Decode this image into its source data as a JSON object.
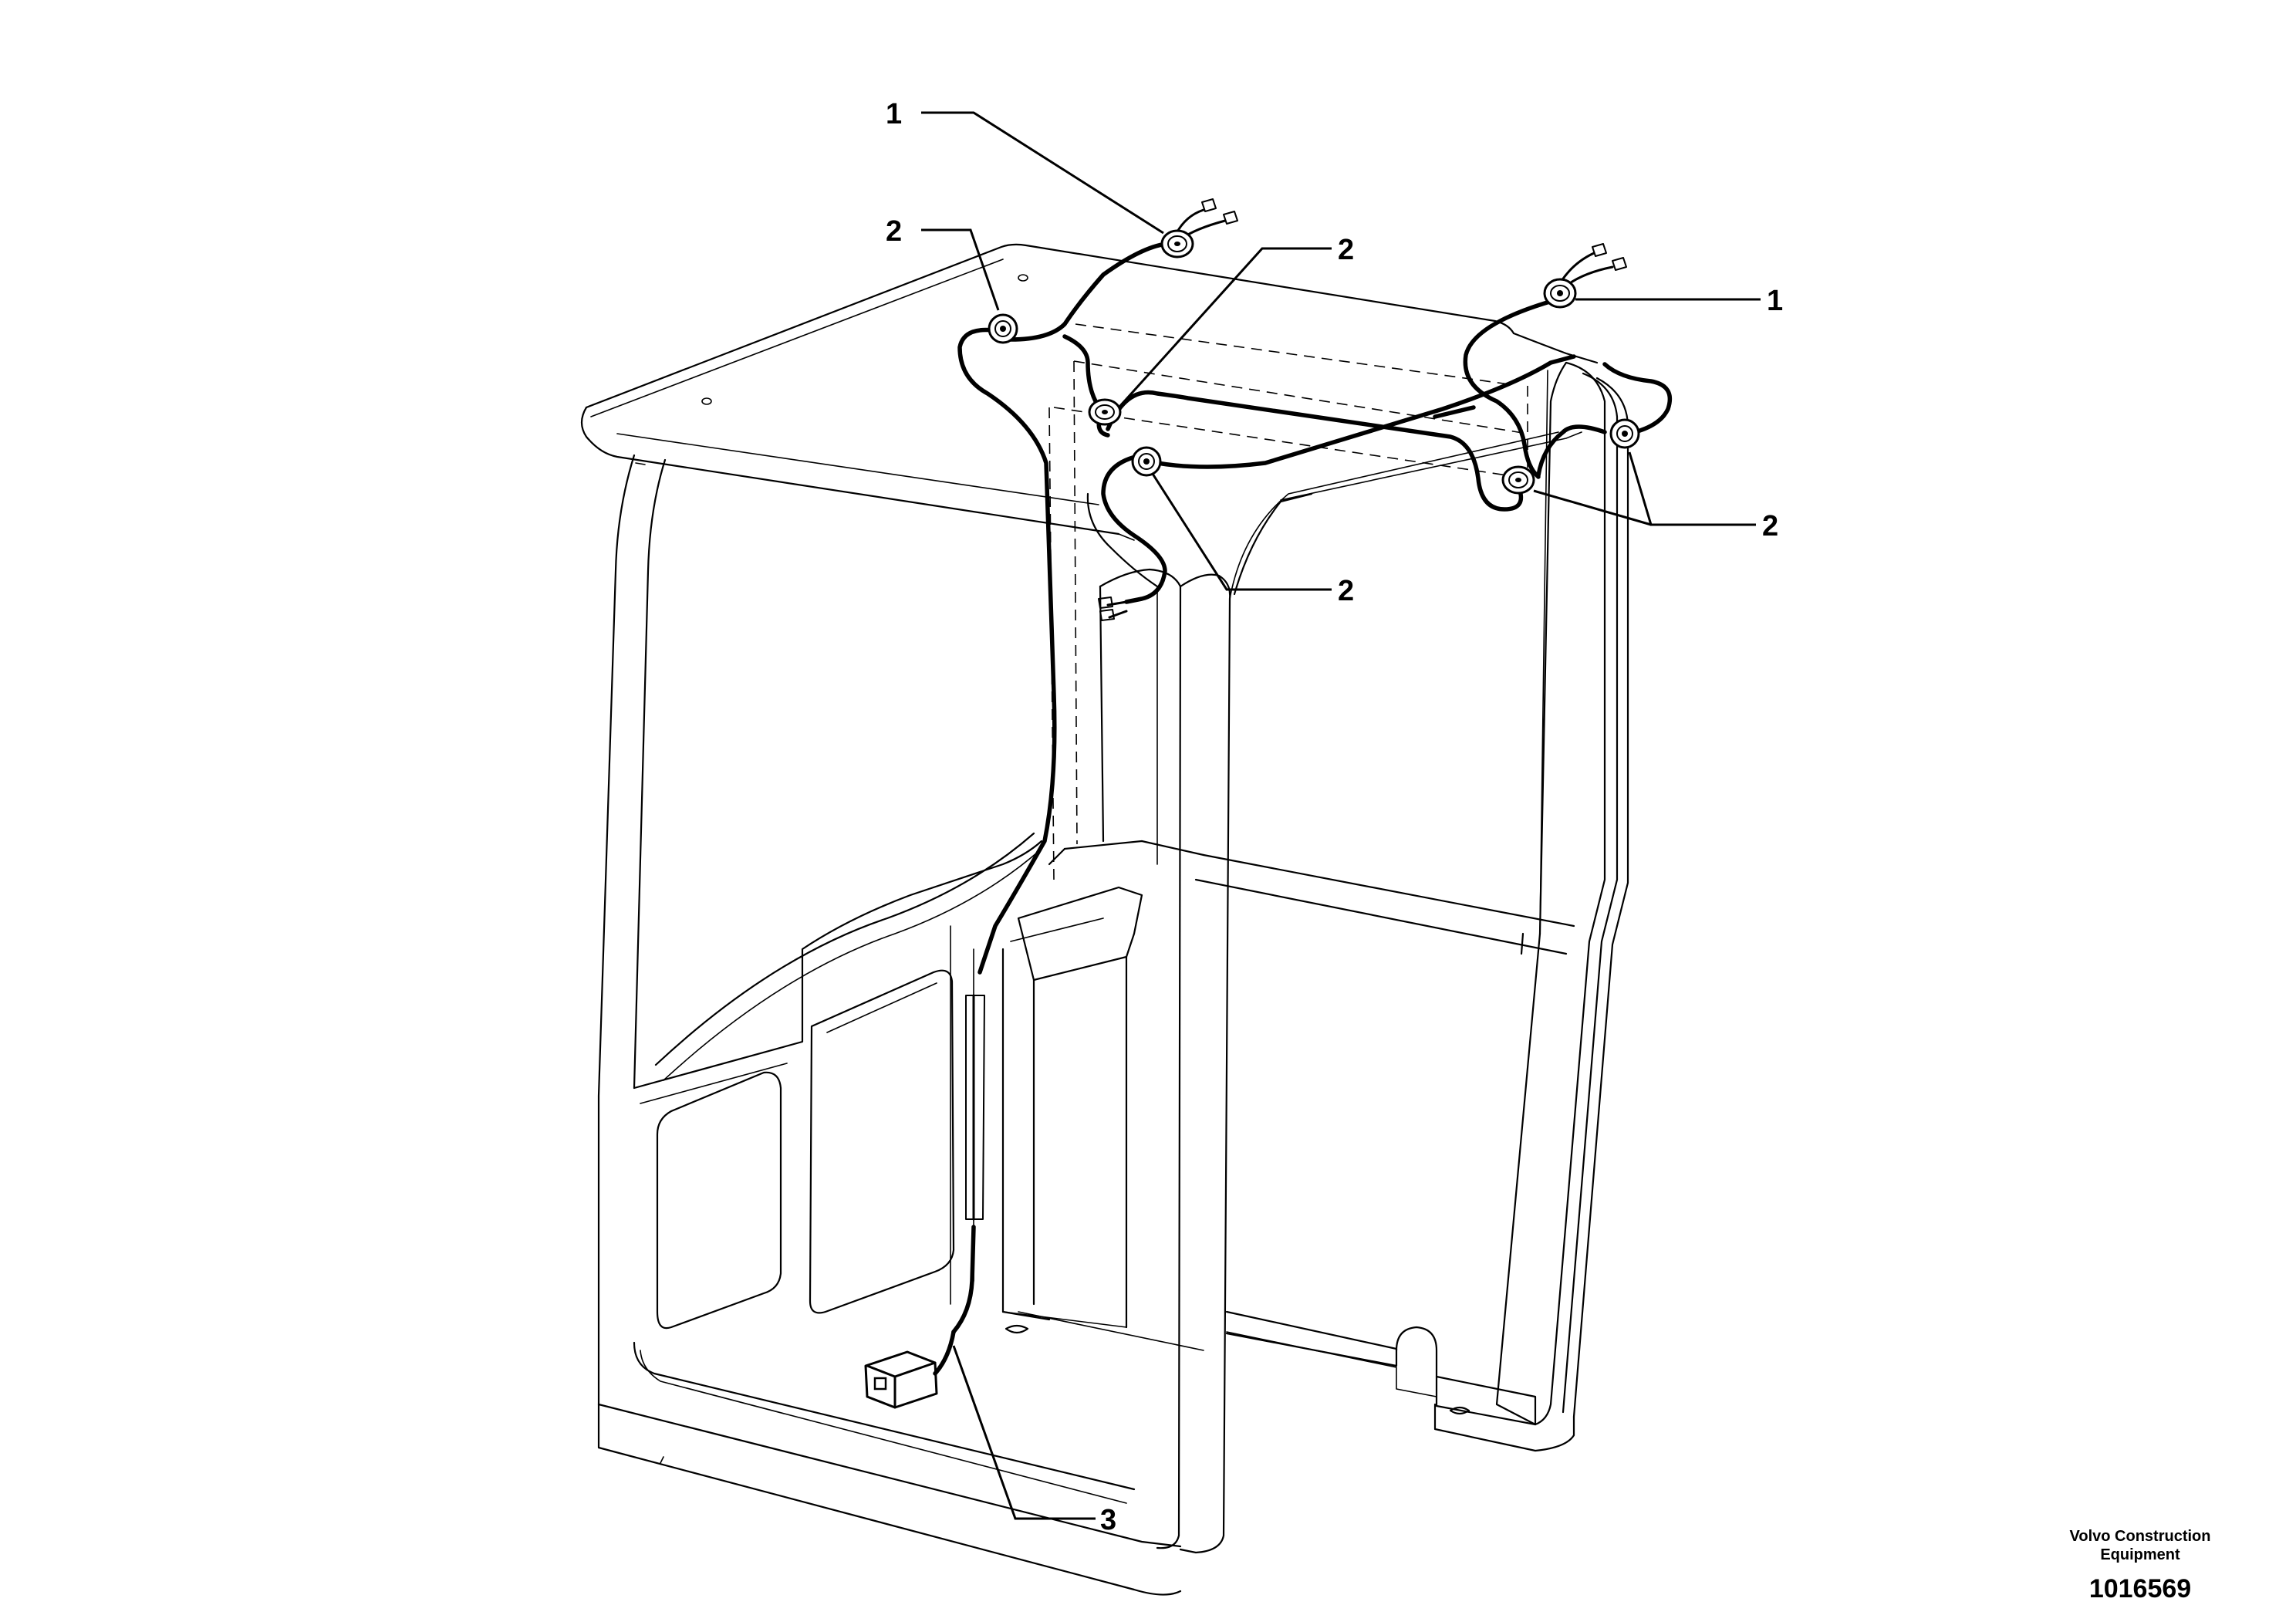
{
  "callouts": [
    {
      "label": "1"
    },
    {
      "label": "2"
    },
    {
      "label": "2"
    },
    {
      "label": "1"
    },
    {
      "label": "2"
    },
    {
      "label": "2"
    },
    {
      "label": "3"
    }
  ],
  "footer": {
    "company_line1": "Volvo Construction",
    "company_line2": "Equipment",
    "document_number": "1016569"
  }
}
